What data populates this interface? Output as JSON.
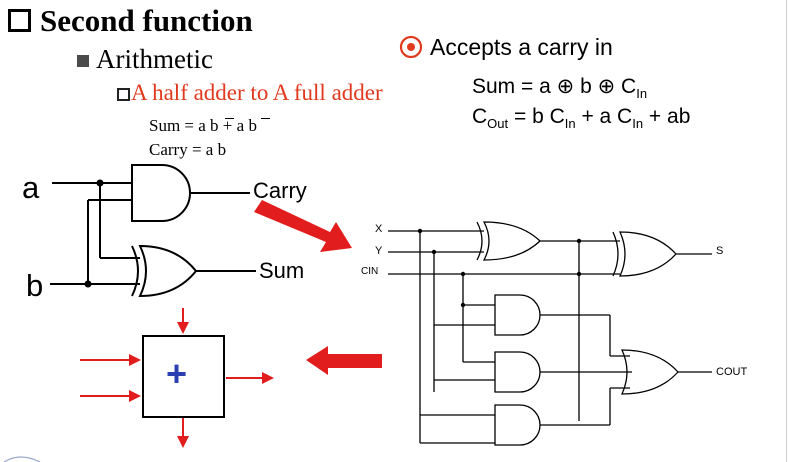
{
  "heading": "Second function",
  "subheading": "Arithmetic",
  "subsubheading": "A half adder to A full adder",
  "half_adder_eq": {
    "sum": "Sum = a b + a b",
    "carry": "Carry = a b"
  },
  "right_panel": {
    "title": "Accepts a carry in",
    "sum_eq": {
      "prefix": "Sum = a ",
      "op1": "⊕",
      "mid": " b ",
      "op2": "⊕",
      "c": " C",
      "c_sub": "In"
    },
    "cout_eq": {
      "c": "C",
      "c_sub": "Out",
      "eq": " = b C",
      "s1": "In",
      "plus": " + a C",
      "s2": "In",
      "tail": " + ab"
    }
  },
  "half_adder_labels": {
    "a": "a",
    "b": "b",
    "carry": "Carry",
    "sum": "Sum"
  },
  "full_adder_labels": {
    "x": "X",
    "y": "Y",
    "cin": "CIN",
    "s": "S",
    "cout": "COUT"
  },
  "adder_block": {
    "symbol": "+"
  },
  "icons": {
    "target": "target-bullet-icon",
    "square": "square-bullet-icon"
  },
  "colors": {
    "accent_red": "#e0391d",
    "arrow_red": "#e21d1d",
    "line": "#000000"
  }
}
